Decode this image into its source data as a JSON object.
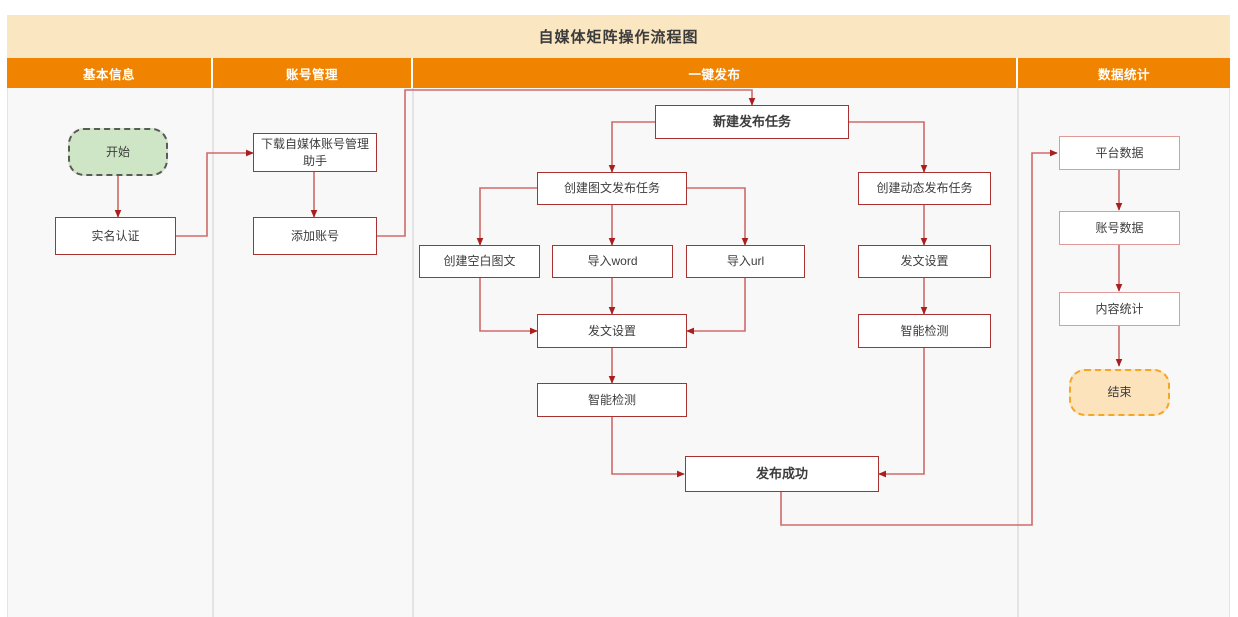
{
  "title": "自媒体矩阵操作流程图",
  "colors": {
    "header_bg": "#f08300",
    "title_bg": "#fae6c0",
    "lane_bg": "#f8f8f8",
    "node_border": "#a83232",
    "node_border_light": "#e09a9a",
    "connector": "#cf6a6a",
    "arrow": "#a81f1f",
    "start_fill": "#cfe6c6",
    "start_border": "#5a5a5a",
    "end_fill": "#fce3bc",
    "end_border": "#f5a623"
  },
  "lanes": [
    {
      "id": "basic-info",
      "label": "基本信息"
    },
    {
      "id": "account-mgmt",
      "label": "账号管理"
    },
    {
      "id": "one-key-pub",
      "label": "一键发布"
    },
    {
      "id": "data-stats",
      "label": "数据统计"
    }
  ],
  "nodes": [
    {
      "id": "start",
      "label": "开始",
      "lane": "basic-info",
      "shape": "rounded-dashed-green"
    },
    {
      "id": "realname",
      "label": "实名认证",
      "lane": "basic-info",
      "shape": "rect"
    },
    {
      "id": "download-helper",
      "label": "下载自媒体账号管理助手",
      "lane": "account-mgmt",
      "shape": "rect"
    },
    {
      "id": "add-account",
      "label": "添加账号",
      "lane": "account-mgmt",
      "shape": "rect"
    },
    {
      "id": "new-task",
      "label": "新建发布任务",
      "lane": "one-key-pub",
      "shape": "rect-bold"
    },
    {
      "id": "create-img-task",
      "label": "创建图文发布任务",
      "lane": "one-key-pub",
      "shape": "rect"
    },
    {
      "id": "create-dyn-task",
      "label": "创建动态发布任务",
      "lane": "one-key-pub",
      "shape": "rect"
    },
    {
      "id": "create-blank",
      "label": "创建空白图文",
      "lane": "one-key-pub",
      "shape": "rect"
    },
    {
      "id": "import-word",
      "label": "导入word",
      "lane": "one-key-pub",
      "shape": "rect"
    },
    {
      "id": "import-url",
      "label": "导入url",
      "lane": "one-key-pub",
      "shape": "rect"
    },
    {
      "id": "post-settings-1",
      "label": "发文设置",
      "lane": "one-key-pub",
      "shape": "rect"
    },
    {
      "id": "smart-check-1",
      "label": "智能检测",
      "lane": "one-key-pub",
      "shape": "rect"
    },
    {
      "id": "post-settings-2",
      "label": "发文设置",
      "lane": "one-key-pub",
      "shape": "rect"
    },
    {
      "id": "smart-check-2",
      "label": "智能检测",
      "lane": "one-key-pub",
      "shape": "rect"
    },
    {
      "id": "publish-success",
      "label": "发布成功",
      "lane": "one-key-pub",
      "shape": "rect-bold"
    },
    {
      "id": "platform-data",
      "label": "平台数据",
      "lane": "data-stats",
      "shape": "rect"
    },
    {
      "id": "account-data",
      "label": "账号数据",
      "lane": "data-stats",
      "shape": "rect"
    },
    {
      "id": "content-stats",
      "label": "内容统计",
      "lane": "data-stats",
      "shape": "rect"
    },
    {
      "id": "end",
      "label": "结束",
      "lane": "data-stats",
      "shape": "rounded-dashed-orange"
    }
  ],
  "edges": [
    {
      "from": "start",
      "to": "realname"
    },
    {
      "from": "realname",
      "to": "download-helper"
    },
    {
      "from": "download-helper",
      "to": "add-account"
    },
    {
      "from": "add-account",
      "to": "new-task"
    },
    {
      "from": "new-task",
      "to": "create-img-task"
    },
    {
      "from": "new-task",
      "to": "create-dyn-task"
    },
    {
      "from": "create-img-task",
      "to": "create-blank"
    },
    {
      "from": "create-img-task",
      "to": "import-word"
    },
    {
      "from": "create-img-task",
      "to": "import-url"
    },
    {
      "from": "create-blank",
      "to": "post-settings-1"
    },
    {
      "from": "import-word",
      "to": "post-settings-1"
    },
    {
      "from": "import-url",
      "to": "post-settings-1"
    },
    {
      "from": "post-settings-1",
      "to": "smart-check-1"
    },
    {
      "from": "smart-check-1",
      "to": "publish-success"
    },
    {
      "from": "create-dyn-task",
      "to": "post-settings-2"
    },
    {
      "from": "post-settings-2",
      "to": "smart-check-2"
    },
    {
      "from": "smart-check-2",
      "to": "publish-success"
    },
    {
      "from": "publish-success",
      "to": "platform-data"
    },
    {
      "from": "platform-data",
      "to": "account-data"
    },
    {
      "from": "account-data",
      "to": "content-stats"
    },
    {
      "from": "content-stats",
      "to": "end"
    }
  ]
}
